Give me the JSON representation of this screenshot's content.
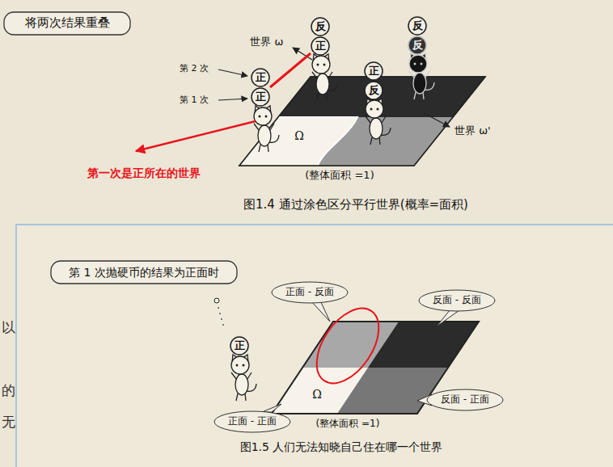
{
  "diagram": {
    "caption": "图1.4 通过涂色区分平行世界(概率=面积)",
    "nodes": [
      {
        "text": [
          "将两次结果重叠"
        ]
      },
      {
        "text": [
          "正"
        ]
      },
      {
        "text": [
          "正"
        ]
      },
      {
        "text": [
          "反"
        ]
      },
      {
        "text": [
          "正"
        ]
      },
      {
        "text": [
          "正"
        ]
      },
      {
        "text": [
          "反"
        ]
      },
      {
        "text": [
          "反"
        ]
      },
      {
        "text": [
          "反"
        ]
      },
      {
        "text": [
          "第 1 次抛硬币的结果为正面时"
        ]
      },
      {
        "text": [
          "正面 - 反面"
        ]
      },
      {
        "text": [
          "反面 - 反面"
        ]
      },
      {
        "text": [
          "正"
        ]
      },
      {
        "text": [
          "正面 - 正面"
        ]
      },
      {
        "text": [
          "反面 - 正面"
        ]
      }
    ],
    "labels": [
      "世界 ω",
      "第 2 次",
      "第 1 次",
      "Ω",
      "世界 ω'",
      "(整体面积 =1)",
      "第一次是正所在的世界",
      "以",
      "的",
      "无",
      "Ω",
      "(整体面积 =1)",
      "图1.5 人们无法知晓自己住在哪一个世界"
    ]
  }
}
